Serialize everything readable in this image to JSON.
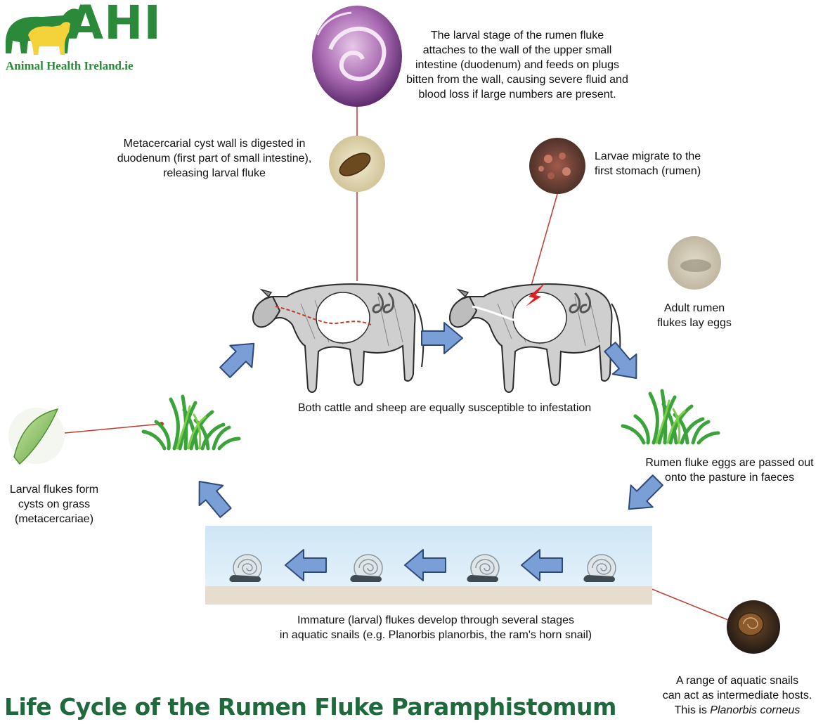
{
  "logo": {
    "letters": "AHI",
    "subtitle": "Animal Health Ireland.ie"
  },
  "title": "Life Cycle of the Rumen Fluke Paramphistomum",
  "captions": {
    "larval_attach": [
      "The larval stage of the rumen fluke",
      "attaches to the wall of the upper small",
      "intestine (duodenum) and feeds on plugs",
      "bitten from the wall, causing severe fluid and",
      "blood loss if large numbers are present."
    ],
    "cyst_digested": [
      "Metacercarial cyst wall is digested in",
      "duodenum (first part of small intestine),",
      "releasing larval fluke"
    ],
    "larvae_migrate": [
      "Larvae migrate to the",
      "first stomach (rumen)"
    ],
    "adult_eggs": [
      "Adult rumen",
      "flukes lay eggs"
    ],
    "susceptible": "Both cattle and sheep are equally susceptible to infestation",
    "eggs_passed": [
      "Rumen fluke eggs are passed out",
      "onto the pasture in faeces"
    ],
    "cysts_grass": [
      "Larval flukes form",
      "cysts on grass",
      "(metacercariae)"
    ],
    "immature": [
      "Immature (larval) flukes develop through several stages",
      "in aquatic snails (e.g. Planorbis planorbis, the ram's horn snail)"
    ],
    "snail_hosts": [
      "A range of aquatic snails",
      "can act as intermediate hosts.",
      "This is"
    ],
    "snail_species": "Planorbis corneus"
  },
  "colors": {
    "brand_green": "#2a8a3a",
    "title_green": "#1e6a3c",
    "arrow_blue": "#7a9fd6",
    "arrow_outline": "#2e4a7a",
    "pointer_red": "#c0392b",
    "water": "#d7ebf7",
    "mud": "#e6ddcf"
  },
  "icons": [
    "cow-icon",
    "cattle-logo-icon",
    "grass-icon",
    "snail-icon",
    "flow-arrow-icon"
  ]
}
